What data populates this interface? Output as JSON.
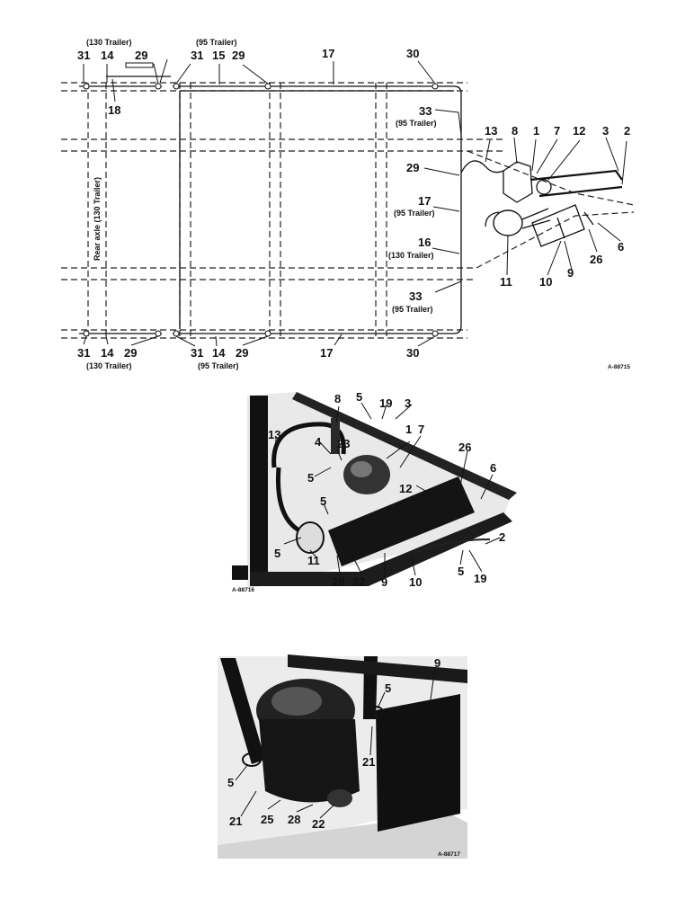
{
  "figure1": {
    "code": "A-88715",
    "callouts": {
      "n130_top": "(130 Trailer)",
      "n95_top": "(95 Trailer)",
      "n31a": "31",
      "n14a": "14",
      "n29a": "29",
      "n31b": "31",
      "n15": "15",
      "n29b": "29",
      "n17a": "17",
      "n30a": "30",
      "n18": "18",
      "n33a": "33",
      "n33a_sub": "(95 Trailer)",
      "n13": "13",
      "n8": "8",
      "n1": "1",
      "n7": "7",
      "n12": "12",
      "n3": "3",
      "n2": "2",
      "n29c": "29",
      "n17b": "17",
      "n17b_sub": "(95 Trailer)",
      "n16": "16",
      "n16_sub": "(130 Trailer)",
      "n6": "6",
      "n26": "26",
      "n9": "9",
      "n10": "10",
      "n11": "11",
      "n33b": "33",
      "n33b_sub": "(95 Trailer)",
      "axle": "Rear axle (130 Trailer)",
      "n31c": "31",
      "n14b": "14",
      "n29d": "29",
      "n130_bottom": "(130 Trailer)",
      "n31d": "31",
      "n14c": "14",
      "n29e": "29",
      "n95_bottom": "(95 Trailer)",
      "n17c": "17",
      "n30b": "30"
    }
  },
  "figure2": {
    "code": "A-88716",
    "callouts": {
      "n8": "8",
      "n5a": "5",
      "n19a": "19",
      "n3": "3",
      "n13": "13",
      "n1": "1",
      "n7": "7",
      "n4": "4",
      "n23": "23",
      "n5b": "5",
      "n26": "26",
      "n6": "6",
      "n12": "12",
      "n5c": "5",
      "n5d": "5",
      "n11": "11",
      "n9": "9",
      "n10": "10",
      "n28": "28",
      "n22": "22",
      "n2": "2",
      "n5e": "5",
      "n19b": "19"
    }
  },
  "figure3": {
    "code": "A-88717",
    "callouts": {
      "n9": "9",
      "n5a": "5",
      "n21a": "21",
      "n5b": "5",
      "n21b": "21",
      "n25": "25",
      "n28": "28",
      "n22": "22"
    }
  }
}
